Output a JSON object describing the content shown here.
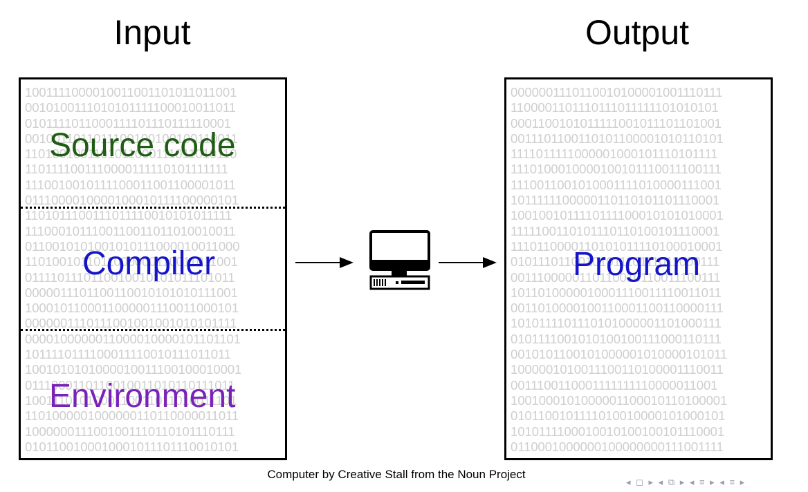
{
  "headings": {
    "input": "Input",
    "output": "Output"
  },
  "input_box": {
    "binary_text": "1001111000010011001101011011001\n0010100111010101111100010011011\n0101111011000111101110111110001\n0010011011011100100100100110011\n1101001001101011000111011010110\n1101111001110000111110101111111\n1110010010111100011001100001011\n0111000010000100010111100000101\n1101011100111011110010101011111\n1110001011100110011011010010011\n0110010101001010111000010011000\n1101001011011000000110011011001\n0111101110110010010101011101011\n0000011101100110010101010111001\n1000101100011000001110011000101\n0000001110111001001001010101111\n0000100000011000010000101101101\n1011110111100011110010111011011\n1001010101000010011100100010001\n0111000110110010011010110111011\n1001110101000110011011010011101\n1101000001000000110110000011011\n1000000111001001110110101110111\n0101100100010001011101110010101",
    "labels": {
      "source": "Source code",
      "compiler": "Compiler",
      "environment": "Environment"
    }
  },
  "output_box": {
    "binary_text": "0000001110110010100001001110111\n1100001101110111011111101010101\n0001100101011111001011101101001\n0011101100110101100001010110101\n1111011111000001000101110101111\n1110100010000100101110011100111\n1110011001010001111010000111001\n1011111100000110110101101110001\n1001001011110111100010101010001\n1111100110101110110100101110001\n1110110000110101011110100010001\n0101110110010101110111011000111\n0011100000110110010110011100111\n1011010000010001110011110011011\n0011010000100110001100110000111\n1010111101110101000001101000111\n0101111001010100100111000110111\n0010101100101000001010000101011\n1000001010011100110100001110011\n0011100110001111111110000011001\n1001000101000001100010110100001\n0101100101111010010000101000101\n1010111100010010100100101110001\n0110001000000100000000111001111",
    "label": "Program"
  },
  "computer_icon": "desktop-computer-icon",
  "credit": "Computer by Creative Stall from the Noun Project",
  "nav_symbols": "◂ ◻ ▸ ◂ ⧉ ▸ ◂ ≡ ▸ ◂ ≡ ▸"
}
